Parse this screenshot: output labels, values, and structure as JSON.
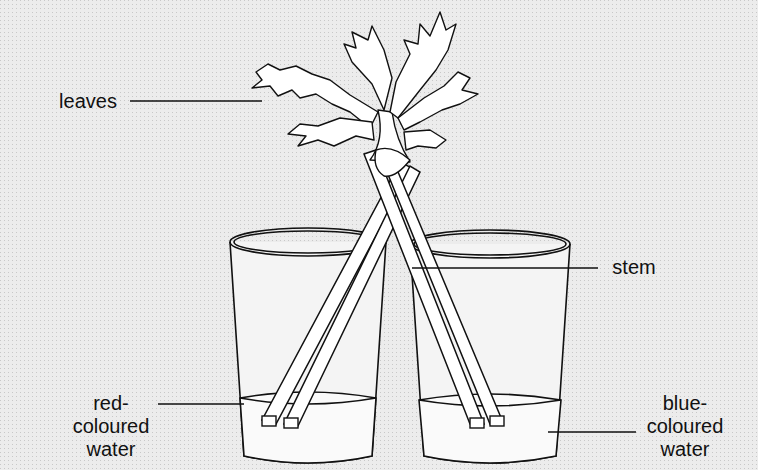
{
  "diagram": {
    "labels": [
      "leaves",
      "stem",
      "red- coloured water",
      "blue- coloured water"
    ]
  }
}
